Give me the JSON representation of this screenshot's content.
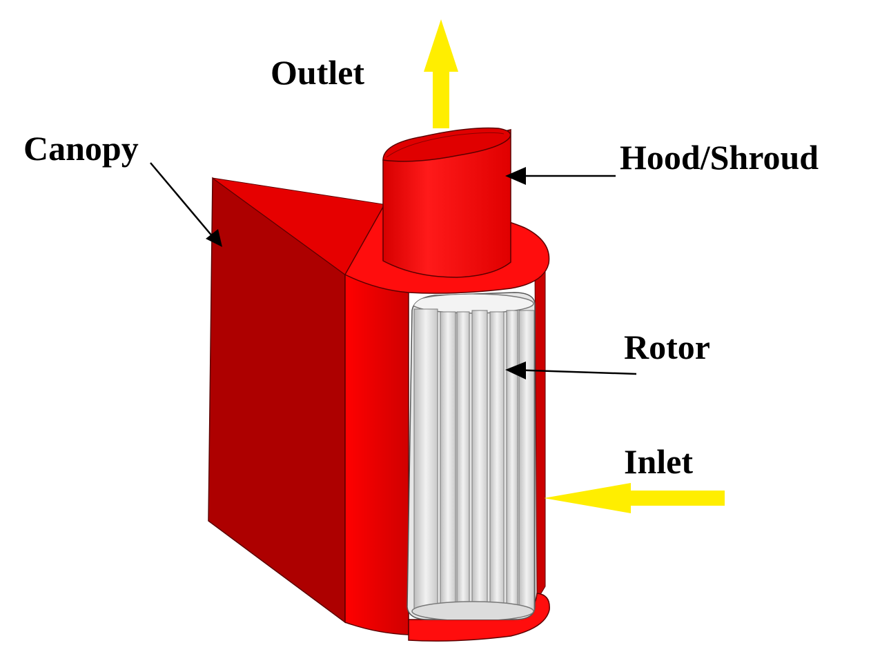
{
  "labels": {
    "outlet": "Outlet",
    "canopy": "Canopy",
    "hood_shroud": "Hood/Shroud",
    "rotor": "Rotor",
    "inlet": "Inlet"
  },
  "colors": {
    "body_red": "#e00000",
    "body_red_dark": "#a80000",
    "body_red_light": "#ff1a1a",
    "rotor_gray": "#d9d9d9",
    "rotor_light": "#f4f4f4",
    "flow_arrow": "#ffee00",
    "leader_line": "#000000"
  },
  "icons": {
    "outlet_arrow": "arrow-up-icon",
    "inlet_arrow": "arrow-left-icon"
  }
}
